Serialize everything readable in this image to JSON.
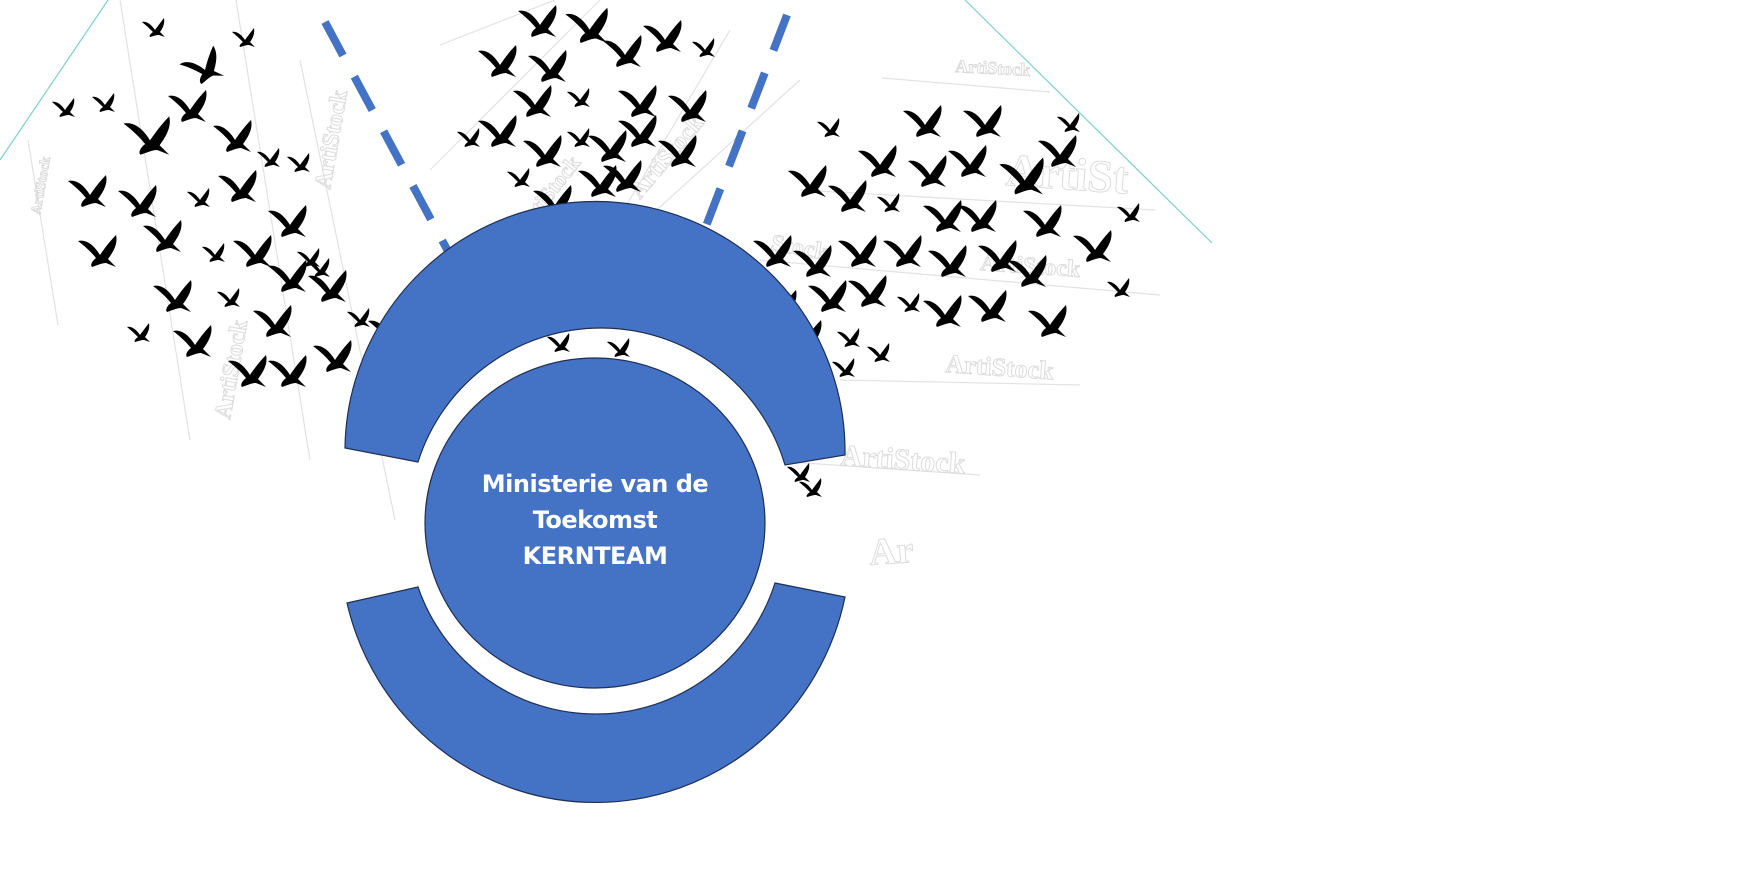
{
  "diagram": {
    "center_node": {
      "lines": [
        "Ministerie van de",
        "Toekomst",
        "KERNTEAM"
      ],
      "fill": "#4472C4",
      "stroke": "#1F2F55",
      "text_color": "#FFFFFF"
    },
    "outer_ring": {
      "segments": [
        {
          "name": "top-arc",
          "fill": "#4472C4"
        },
        {
          "name": "bottom-arc",
          "fill": "#4472C4"
        }
      ]
    },
    "connectors": [
      {
        "name": "left-dashed-line",
        "style": "dashed",
        "color": "#4472C4"
      },
      {
        "name": "right-dashed-line",
        "style": "dashed",
        "color": "#4472C4"
      }
    ],
    "background": {
      "image": "flock-of-birds-silhouettes",
      "watermark_text": "ArtiStock",
      "edge_line_color": "#7FCFCF"
    }
  }
}
